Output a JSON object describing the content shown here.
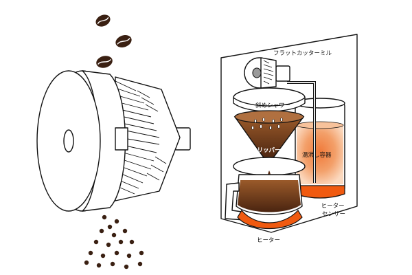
{
  "labels": {
    "flat_cutter_mill": "フラットカッターミル",
    "diagonal_shower": "斜めシャワー",
    "dripper": "ドリッパー",
    "water_boiling_container": "湯沸し容器",
    "heater_sensor_line1": "ヒーター",
    "heater_sensor_line2": "センサー",
    "heater": "ヒーター"
  },
  "colors": {
    "outline": "#111111",
    "coffee_dark": "#5a2e16",
    "coffee_mid": "#8a4a22",
    "hot_water": "#f3a06a",
    "heater_orange": "#f05a10",
    "bean": "#3a2012",
    "panel": "#ffffff"
  }
}
